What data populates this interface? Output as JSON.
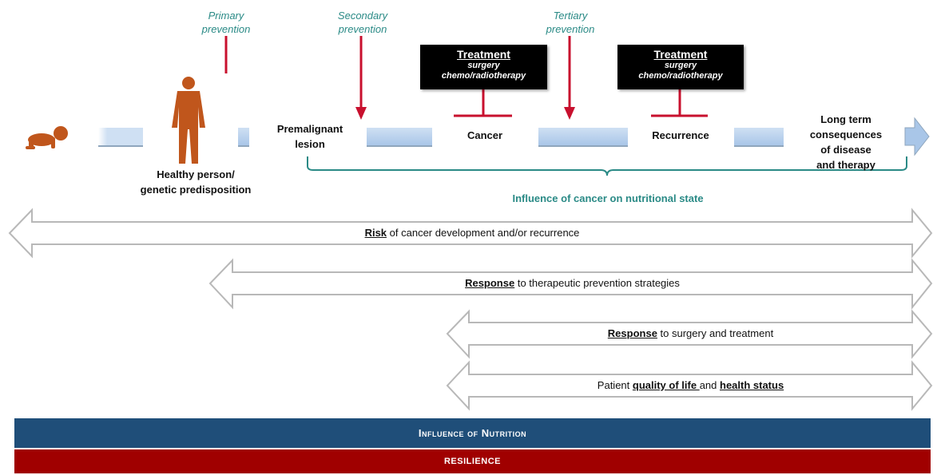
{
  "prevention": {
    "primary": "Primary\nprevention",
    "secondary": "Secondary\nprevention",
    "tertiary": "Tertiary\nprevention"
  },
  "treatment_boxes": [
    {
      "title": "Treatment",
      "line1": "surgery",
      "line2": "chemo/radiotherapy"
    },
    {
      "title": "Treatment",
      "line1": "surgery",
      "line2": "chemo/radiotherapy"
    }
  ],
  "stages": {
    "healthy": "Healthy person/\ngenetic predisposition",
    "premalignant": "Premalignant\nlesion",
    "cancer": "Cancer",
    "recurrence": "Recurrence",
    "long_term": "Long term\nconsequences\nof disease\nand therapy"
  },
  "influence_cancer": "Influence of cancer on nutritional state",
  "arrows": [
    {
      "bold": "Risk",
      "rest": " of cancer development and/or recurrence"
    },
    {
      "bold": "Response",
      "rest": " to therapeutic prevention strategies"
    },
    {
      "bold": "Response",
      "rest": " to surgery and treatment"
    },
    {
      "pre": "Patient ",
      "bold1": "quality of life ",
      "mid": "and ",
      "bold2": "health status"
    }
  ],
  "bands": {
    "nutrition": "Influence of Nutrition",
    "resilience": "RESILIENCE"
  },
  "colors": {
    "figure": "#c0561c",
    "prevention_arrow": "#c8102e",
    "teal": "#2a8a86",
    "nutrition_band": "#1f4e79",
    "resilience_band": "#a00000"
  }
}
